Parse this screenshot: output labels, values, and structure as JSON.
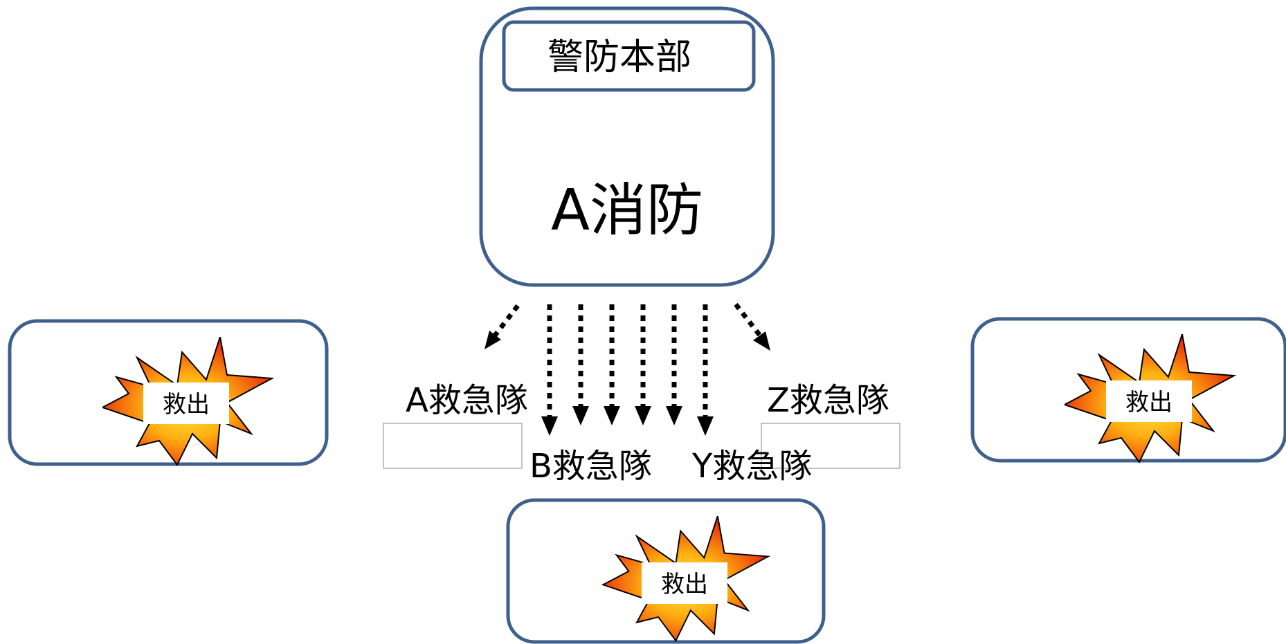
{
  "headquarters": {
    "header_label": "警防本部",
    "title": "A消防"
  },
  "teams": [
    {
      "label": "A救急隊"
    },
    {
      "label": "B救急隊"
    },
    {
      "label": "Y救急隊"
    },
    {
      "label": "Z救急隊"
    }
  ],
  "sites": [
    {
      "burst_label": "救出"
    },
    {
      "burst_label": "救出"
    },
    {
      "burst_label": "救出"
    }
  ],
  "colors": {
    "box_border": "#3f5f8c",
    "burst_outer": "#e8230c",
    "burst_inner": "#ffd21c"
  }
}
